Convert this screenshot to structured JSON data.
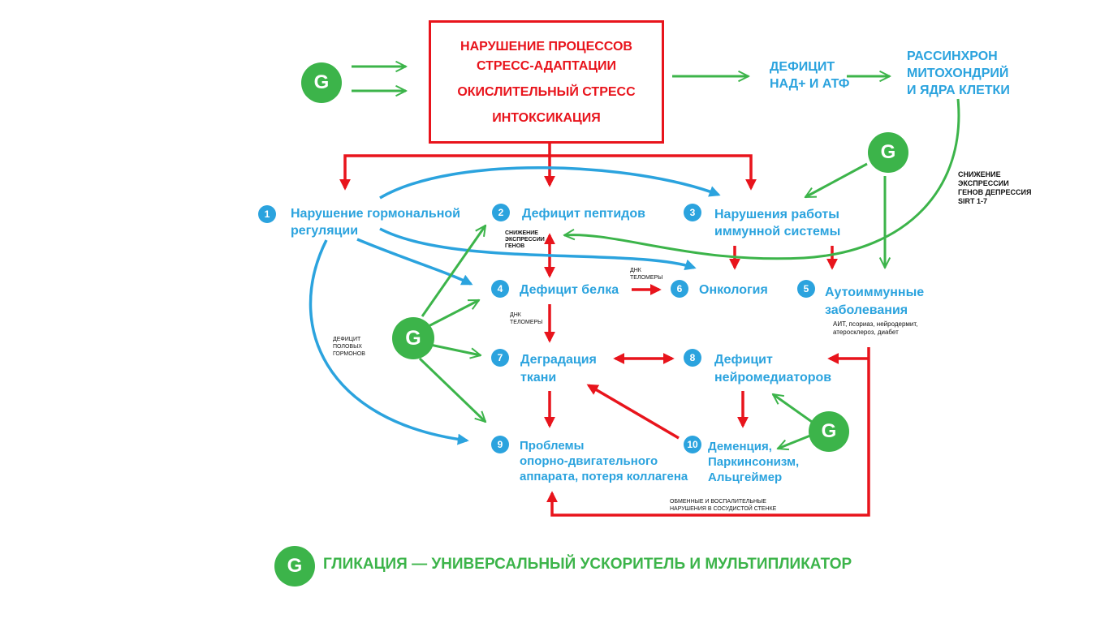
{
  "main_box": {
    "line1": "НАРУШЕНИЕ ПРОЦЕССОВ",
    "line2": "СТРЕСС-АДАПТАЦИИ",
    "line3": "ОКИСЛИТЕЛЬНЫЙ СТРЕСС",
    "line4": "ИНТОКСИКАЦИЯ"
  },
  "top_right": {
    "nad_line1": "ДЕФИЦИТ",
    "nad_line2": "НАД+ И АТФ",
    "mito_line1": "РАССИНХРОН",
    "mito_line2": "МИТОХОНДРИЙ",
    "mito_line3": "И ЯДРА КЛЕТКИ"
  },
  "g_symbol": "G",
  "nodes": [
    {
      "num": "1",
      "line1": "Нарушение гормональной",
      "line2": "регуляции"
    },
    {
      "num": "2",
      "line1": "Дефицит пептидов",
      "line2": ""
    },
    {
      "num": "3",
      "line1": "Нарушения работы",
      "line2": "иммунной системы"
    },
    {
      "num": "4",
      "line1": "Дефицит белка",
      "line2": ""
    },
    {
      "num": "5",
      "line1": "Аутоиммунные",
      "line2": "заболевания"
    },
    {
      "num": "6",
      "line1": "Онкология",
      "line2": ""
    },
    {
      "num": "7",
      "line1": "Деградация",
      "line2": "ткани"
    },
    {
      "num": "8",
      "line1": "Дефицит",
      "line2": "нейромедиаторов"
    },
    {
      "num": "9",
      "line1": "Проблемы",
      "line2": "опорно-двигательного",
      "line3": "аппарата, потеря коллагена"
    },
    {
      "num": "10",
      "line1": "Деменция,",
      "line2": "Паркинсонизм,",
      "line3": "Альцгеймер"
    }
  ],
  "notes": {
    "sirt_1": "СНИЖЕНИЕ",
    "sirt_2": "ЭКСПРЕССИИ",
    "sirt_3": "ГЕНОВ ДЕПРЕССИЯ",
    "sirt_4": "SIRT 1-7",
    "expr_1": "СНИЖЕНИЕ",
    "expr_2": "ЭКСПРЕССИИ",
    "expr_3": "ГЕНОВ",
    "dna1_1": "ДНК",
    "dna1_2": "ТЕЛОМЕРЫ",
    "dna2_1": "ДНК",
    "dna2_2": "ТЕЛОМЕРЫ",
    "sex_1": "ДЕФИЦИТ",
    "sex_2": "ПОЛОВЫХ",
    "sex_3": "ГОРМОНОВ",
    "auto_1": "АИТ, псориаз, нейродермит,",
    "auto_2": "атеросклероз, диабет",
    "vasc_1": "ОБМЕННЫЕ И ВОСПАЛИТЕЛЬНЫЕ",
    "vasc_2": "НАРУШЕНИЯ В СОСУДИСТОЙ СТЕНКЕ"
  },
  "legend": "ГЛИКАЦИЯ — УНИВЕРСАЛЬНЫЙ УСКОРИТЕЛЬ И МУЛЬТИПЛИКАТОР",
  "colors": {
    "red": "#e8141c",
    "blue": "#2ba3de",
    "green": "#3cb44a"
  }
}
